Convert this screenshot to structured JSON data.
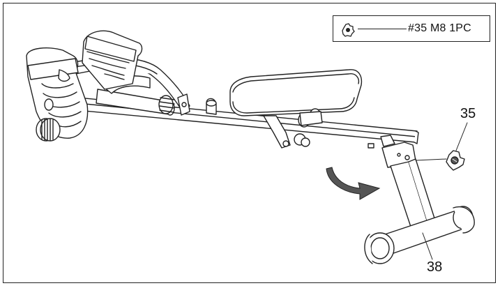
{
  "legend": {
    "part_label": "#35 M8 1PC",
    "icon": "knob-nut-icon"
  },
  "callouts": {
    "part_35": "35",
    "part_38": "38"
  },
  "icons": {
    "rotate_arrow": "curved-arrow-icon"
  },
  "colors": {
    "line": "#222222",
    "fill_dark": "#555555",
    "background": "#ffffff"
  }
}
